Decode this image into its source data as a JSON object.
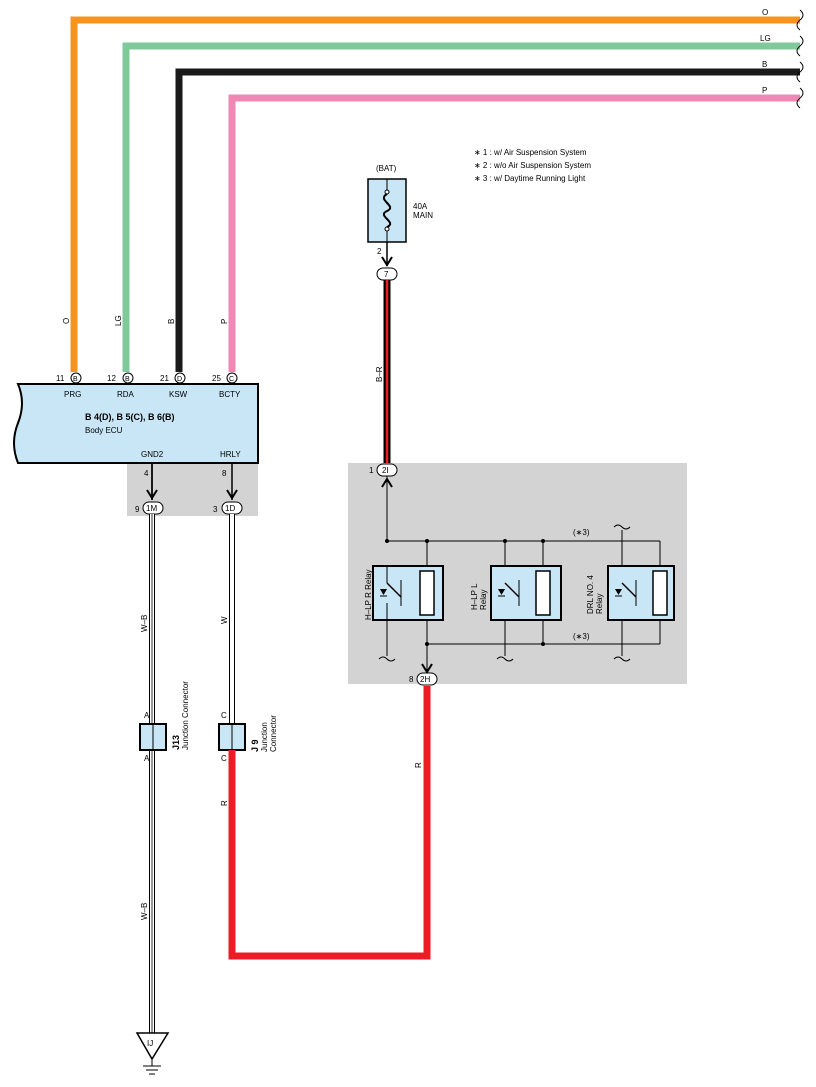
{
  "top_wires": [
    {
      "color_code": "O",
      "color": "#f7941d"
    },
    {
      "color_code": "LG",
      "color": "#80c99b"
    },
    {
      "color_code": "B",
      "color": "#1a1a1a"
    },
    {
      "color_code": "P",
      "color": "#f088b6"
    }
  ],
  "notes": [
    "∗ 1 : w/ Air Suspension System",
    "∗ 2 : w/o Air Suspension System",
    "∗ 3 : w/ Daytime Running Light"
  ],
  "fuse": {
    "source": "(BAT)",
    "rating": "40A",
    "name": "MAIN",
    "pin": "2",
    "connector": "7"
  },
  "ecu": {
    "line1": "B 4(D), B 5(C), B 6(B)",
    "line2": "Body ECU",
    "top_pins": [
      {
        "num": "11",
        "conn": "B",
        "name": "PRG",
        "wire": "O"
      },
      {
        "num": "12",
        "conn": "B",
        "name": "RDA",
        "wire": "LG"
      },
      {
        "num": "21",
        "conn": "D",
        "name": "KSW",
        "wire": "B"
      },
      {
        "num": "25",
        "conn": "C",
        "name": "BCTY",
        "wire": "P"
      }
    ],
    "bottom_pins": [
      {
        "num": "4",
        "name": "GND2"
      },
      {
        "num": "8",
        "name": "HRLY"
      }
    ]
  },
  "jb_connectors": [
    {
      "pin": "9",
      "conn": "1M"
    },
    {
      "pin": "3",
      "conn": "1D"
    }
  ],
  "relay_block": {
    "in_pin": "1",
    "in_conn": "2I",
    "in_wire": "B–R",
    "out_pin": "8",
    "out_conn": "2H",
    "note_top": "(∗3)",
    "note_bottom": "(∗3)",
    "relays": [
      {
        "line1": "H–LP R Relay",
        "line2": ""
      },
      {
        "line1": "H–LP L",
        "line2": "Relay"
      },
      {
        "line1": "DRL NO. 4",
        "line2": "Relay"
      }
    ]
  },
  "wires": {
    "gnd_wire": "W–B",
    "hrly_wire": "W",
    "relay_out_wire": "R",
    "j9_out_wire": "R"
  },
  "junctions": [
    {
      "id": "J13",
      "label1": "Junction Connector",
      "label2": "",
      "pin_top": "A",
      "pin_bottom": "A"
    },
    {
      "id": "J 9",
      "label1": "Junction",
      "label2": "Connector",
      "pin_top": "C",
      "pin_bottom": "C"
    }
  ],
  "ground": {
    "label": "IJ"
  }
}
